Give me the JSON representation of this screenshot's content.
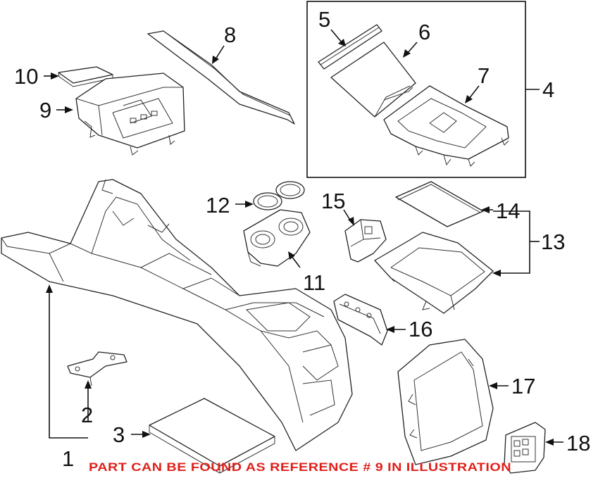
{
  "callouts": {
    "c1": "1",
    "c2": "2",
    "c3": "3",
    "c4": "4",
    "c5": "5",
    "c6": "6",
    "c7": "7",
    "c8": "8",
    "c9": "9",
    "c10": "10",
    "c11": "11",
    "c12": "12",
    "c13": "13",
    "c14": "14",
    "c15": "15",
    "c16": "16",
    "c17": "17",
    "c18": "18"
  },
  "note": "PART CAN BE FOUND AS REFERENCE # 9 IN ILLUSTRATION",
  "colors": {
    "note": "#e0201b",
    "ink": "#111111",
    "background": "#ffffff"
  }
}
